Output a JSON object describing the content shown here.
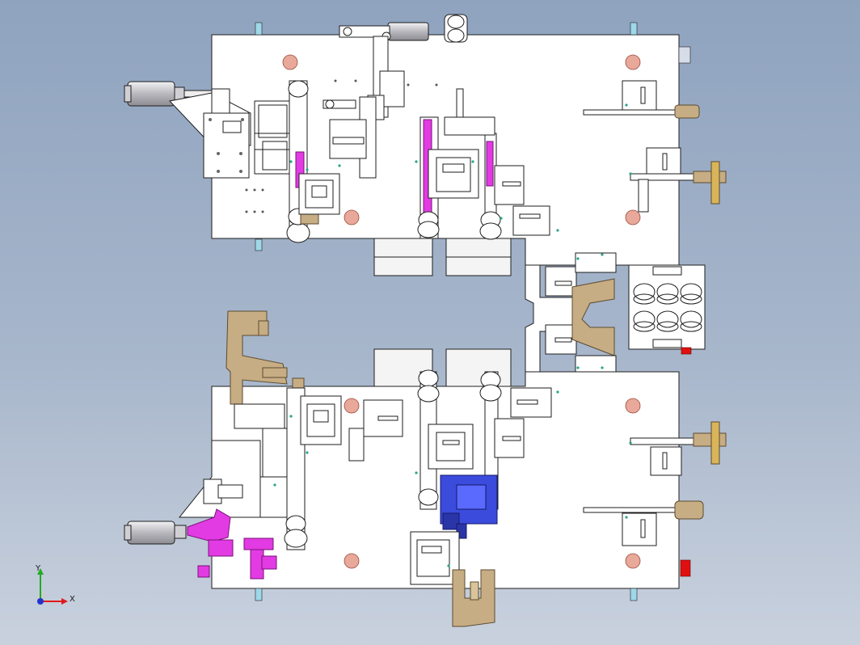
{
  "viewport": {
    "name": "cad-3d-viewport",
    "colors": {
      "background_top": "#8fa3bf",
      "background_bottom": "#c9d1de",
      "plate": "#ffffff",
      "outline": "#1e1e1e",
      "bolt_hole": "#e8a89a",
      "magenta_part": "#e23be3",
      "tan_part": "#c7ad84",
      "blue_part": "#3b4bdc",
      "cylinder": "#c8c8cc",
      "red_marker": "#e01010",
      "light_blue_marker": "#9fd8e8"
    }
  },
  "triad": {
    "x_label": "X",
    "y_label": "Y",
    "icon": "xyz-axis-triad-icon",
    "x_color": "#e01a1a",
    "y_color": "#22aa22",
    "z_color": "#2233cc"
  }
}
